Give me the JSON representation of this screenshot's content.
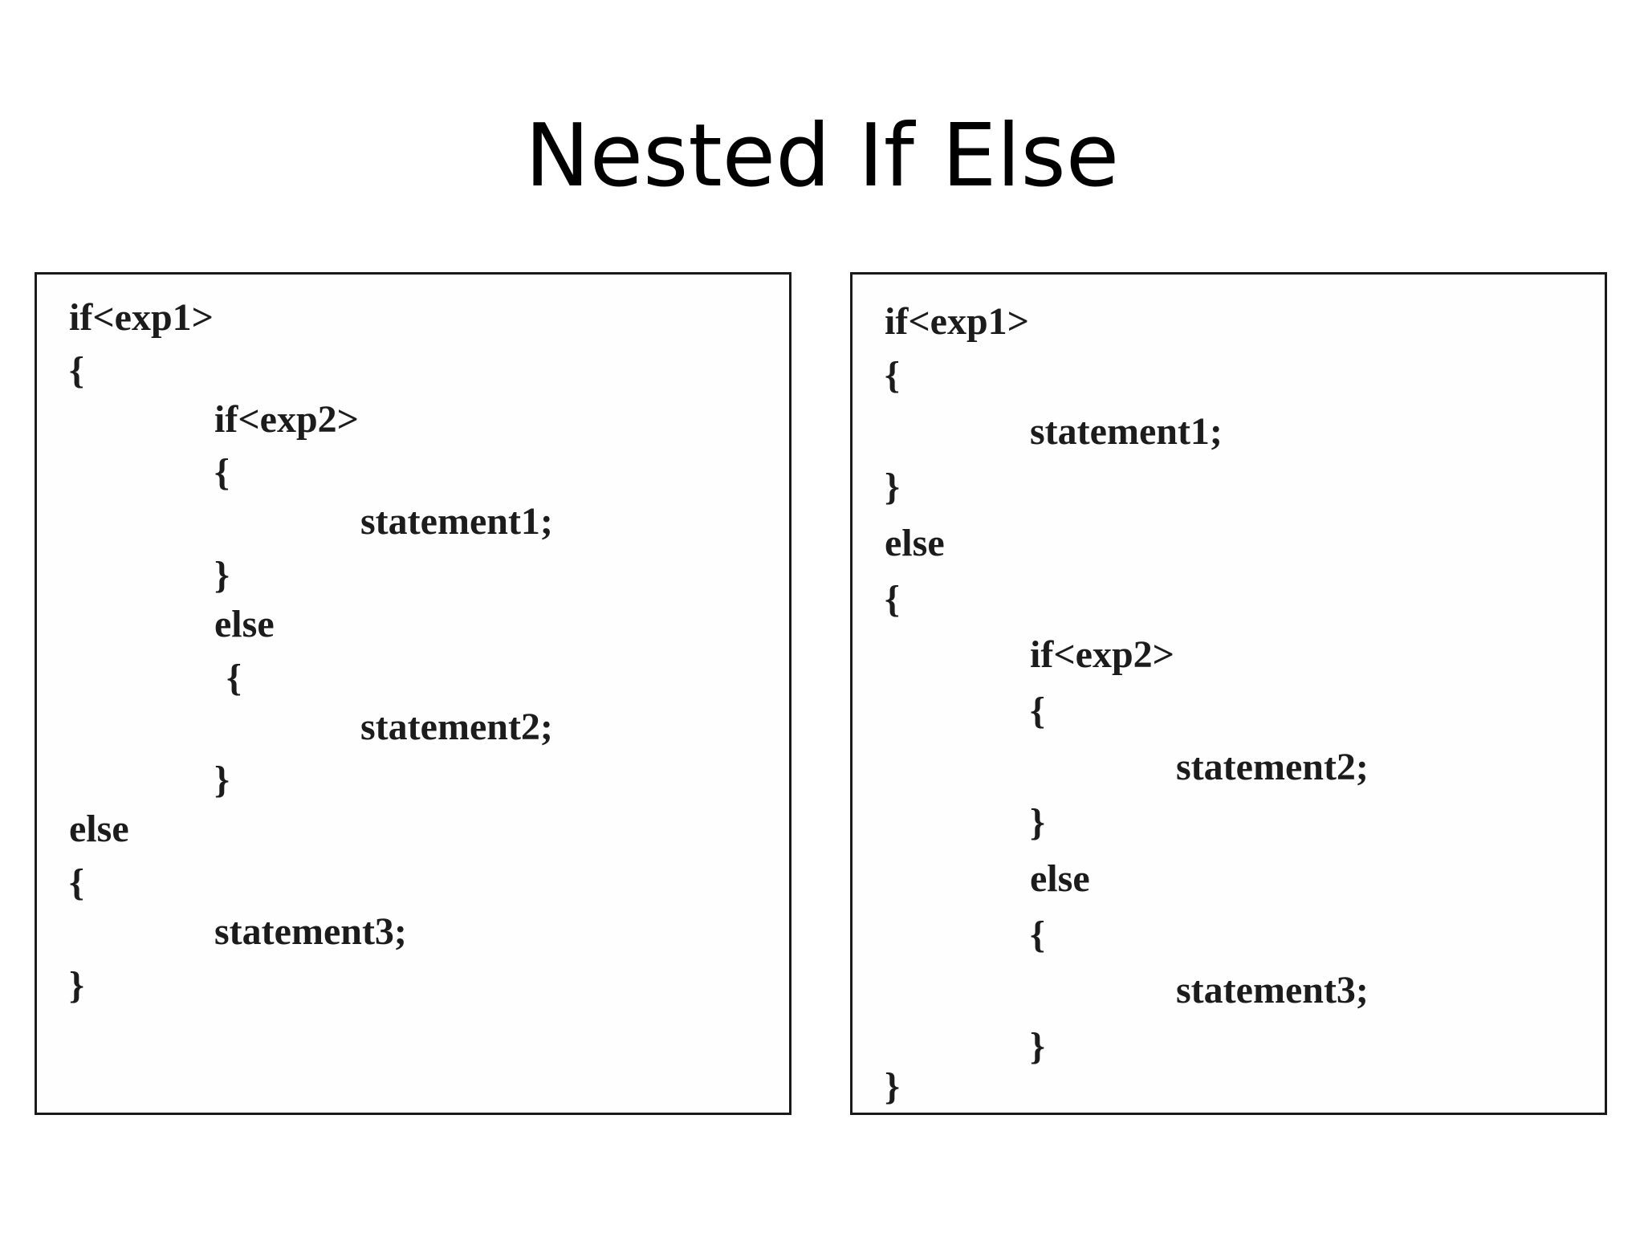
{
  "slide": {
    "title": "Nested If Else"
  },
  "left_code": {
    "lines": [
      "if<exp1>",
      "{",
      "if<exp2>",
      "{",
      "statement1;",
      "}",
      "else",
      "{",
      "statement2;",
      "}",
      "else",
      "{",
      "statement3;",
      "}"
    ]
  },
  "right_code": {
    "lines": [
      "if<exp1>",
      "{",
      "statement1;",
      "}",
      "else",
      "{",
      "if<exp2>",
      "{",
      "statement2;",
      "}",
      "else",
      "{",
      "statement3;",
      "}",
      "}"
    ]
  }
}
